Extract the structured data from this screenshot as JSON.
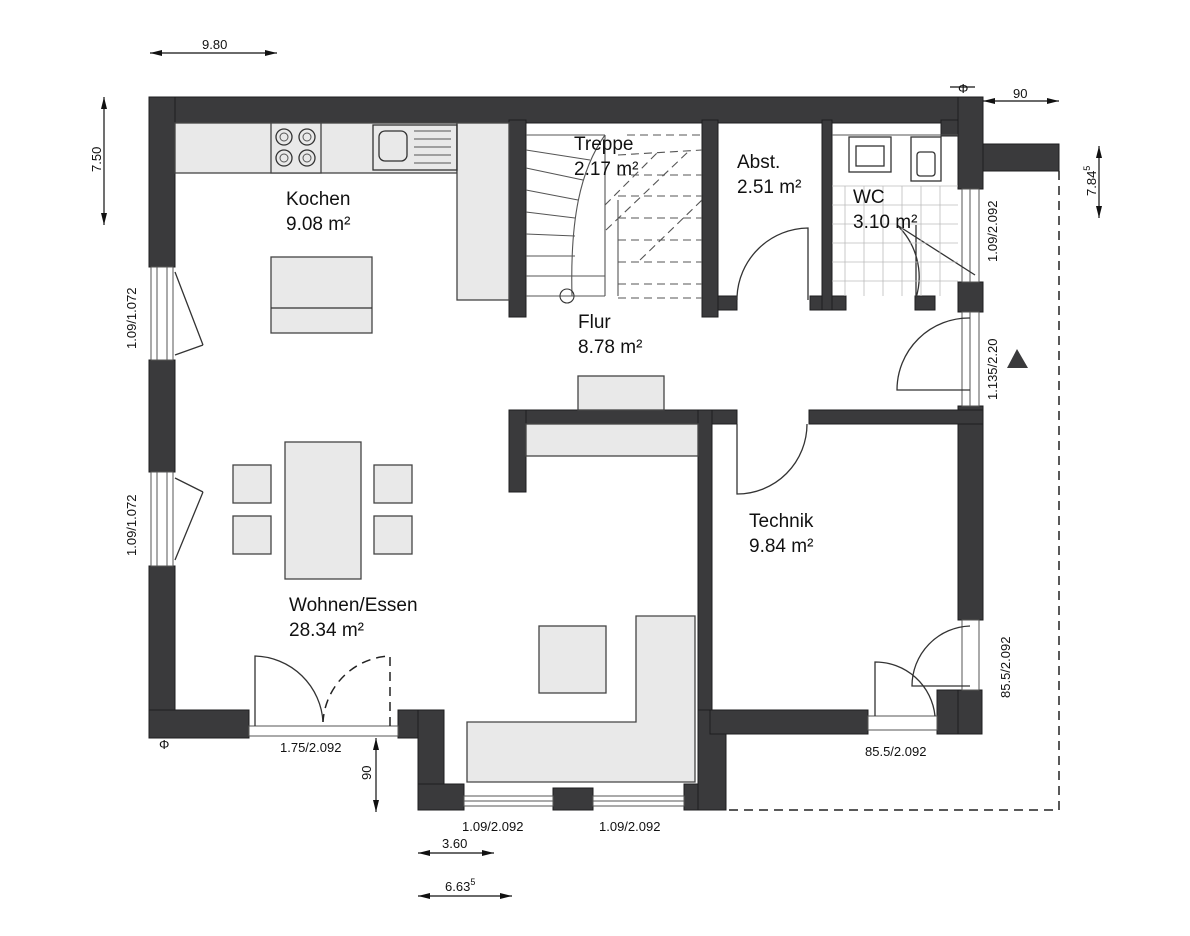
{
  "rooms": {
    "kochen": {
      "name": "Kochen",
      "area": "9.08 m²"
    },
    "treppe": {
      "name": "Treppe",
      "area": "2.17 m²"
    },
    "abst": {
      "name": "Abst.",
      "area": "2.51 m²"
    },
    "wc": {
      "name": "WC",
      "area": "3.10 m²"
    },
    "flur": {
      "name": "Flur",
      "area": "8.78 m²"
    },
    "technik": {
      "name": "Technik",
      "area": "9.84 m²"
    },
    "wohnen": {
      "name": "Wohnen/Essen",
      "area": "28.34 m²"
    }
  },
  "dimensions": {
    "top_width": "9.80",
    "left_height": "7.50",
    "right_offset": "90",
    "right_height_main": "7.84",
    "right_height_sup": "5",
    "bottom_offset": "90",
    "bay_width": "3.60",
    "bay_offset_main": "6.63",
    "bay_offset_sup": "5"
  },
  "openings": {
    "left_window_upper": "1.09/1.072",
    "left_window_lower": "1.09/1.072",
    "terrace_door": "1.75/2.092",
    "bay_window_left": "1.09/2.092",
    "bay_window_right": "1.09/2.092",
    "wc_window": "1.09/2.092",
    "entrance_door": "1.135/2.20",
    "technik_side_door": "85.5/2.092",
    "technik_rear_door": "85.5/2.092"
  },
  "symbols": {
    "section_mark_top": "Φ",
    "section_mark_bottom": "Φ"
  }
}
